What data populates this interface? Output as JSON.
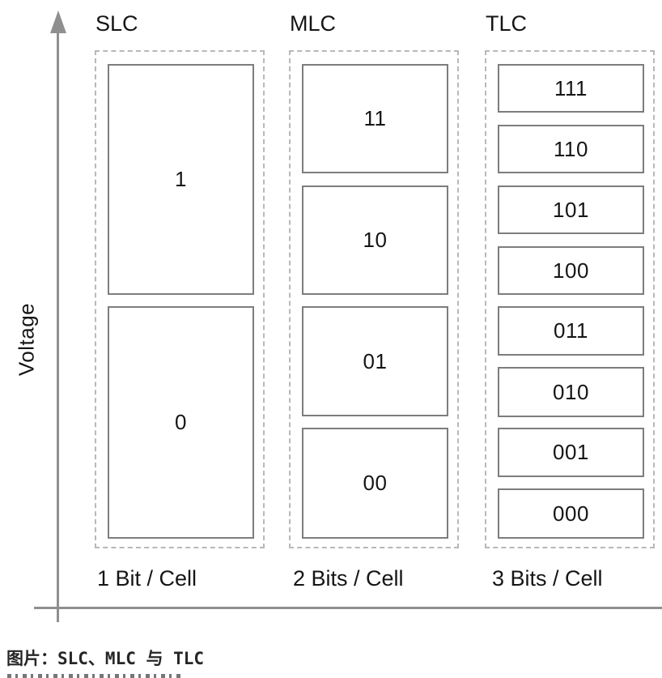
{
  "figure": {
    "y_axis_label": "Voltage",
    "columns": [
      {
        "title": "SLC",
        "bits_label": "1 Bit / Cell",
        "cells": [
          "1",
          "0"
        ]
      },
      {
        "title": "MLC",
        "bits_label": "2 Bits / Cell",
        "cells": [
          "11",
          "10",
          "01",
          "00"
        ]
      },
      {
        "title": "TLC",
        "bits_label": "3 Bits / Cell",
        "cells": [
          "111",
          "110",
          "101",
          "100",
          "011",
          "010",
          "001",
          "000"
        ]
      }
    ]
  },
  "caption": {
    "text": "图片：SLC、MLC 与 TLC"
  },
  "colors": {
    "background": "#ffffff",
    "axis": "#8f8f8f",
    "cell_border": "#7d7d7d",
    "dashed_border": "#b8b8b8",
    "text": "#151515",
    "caption_text": "#262626"
  }
}
